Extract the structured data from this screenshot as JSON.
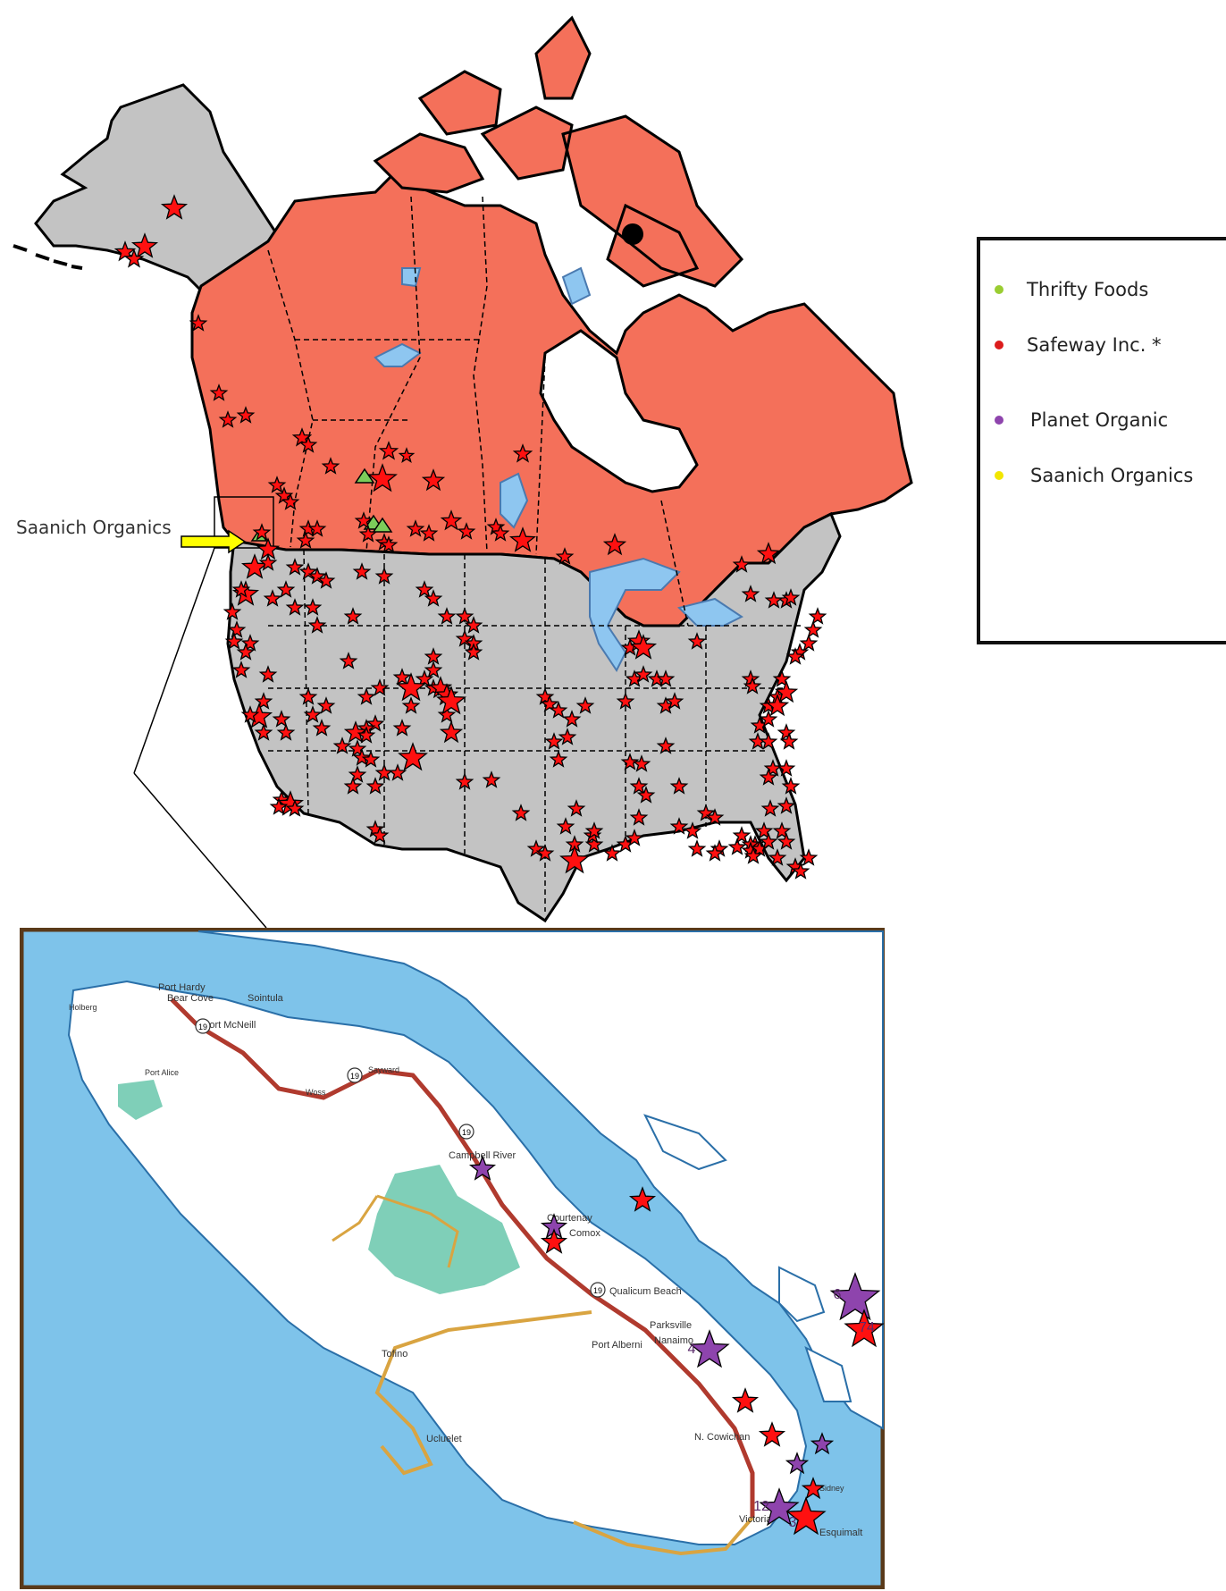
{
  "legend": {
    "items": [
      {
        "label": "Thrifty Foods",
        "color": "#9acd32"
      },
      {
        "label": "Safeway Inc. *",
        "color": "#dc1c1c"
      },
      {
        "label": "Planet Organic",
        "color": "#8e44ad"
      },
      {
        "label": "Saanich Organics",
        "color": "#f2e600"
      }
    ]
  },
  "callout": {
    "label": "Saanich Organics"
  },
  "colors": {
    "canada": "#f4705a",
    "usa_alaska": "#c3c3c3",
    "water": "#8ec6f0",
    "land_white": "#ffffff",
    "star_red": "#ff1010",
    "star_purple": "#8e44ad",
    "triangle_green": "#7ccd5a",
    "arrow_yellow": "#ffff00",
    "inset_sea": "#7ec3ea",
    "inset_frame": "#5a3a1a",
    "park_green": "#7fcfb8",
    "road_orange": "#d9a441",
    "road_red": "#b03a2e"
  },
  "inset": {
    "places": [
      "Port Hardy",
      "Bear Cove",
      "Sointula",
      "Port McNeill",
      "Holberg",
      "Port Alice",
      "Sayward",
      "Woss",
      "Campbell River",
      "Courtenay",
      "Comox",
      "Qualicum Beach",
      "Parksville",
      "Nanaimo",
      "Port Alberni",
      "Tofino",
      "Ucluelet",
      "N. Cowichan",
      "Victoria",
      "Esquimalt",
      "Sidney"
    ],
    "highway_shields": [
      "19",
      "19",
      "19",
      "19"
    ],
    "marker_numbers": [
      "4",
      "6",
      "12",
      "3",
      "74"
    ]
  }
}
